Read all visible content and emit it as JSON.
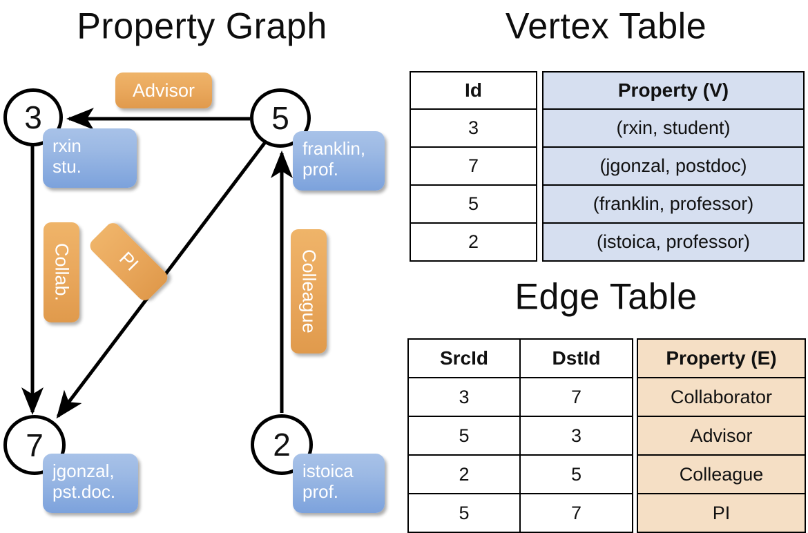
{
  "titles": {
    "property_graph": "Property Graph",
    "vertex_table": "Vertex Table",
    "edge_table": "Edge Table"
  },
  "graph": {
    "nodes": [
      {
        "id": "3",
        "label": "3"
      },
      {
        "id": "5",
        "label": "5"
      },
      {
        "id": "7",
        "label": "7"
      },
      {
        "id": "2",
        "label": "2"
      }
    ],
    "vertex_props": [
      {
        "for": "3",
        "line1": "rxin",
        "line2": "stu."
      },
      {
        "for": "5",
        "line1": "franklin,",
        "line2": "prof."
      },
      {
        "for": "7",
        "line1": "jgonzal,",
        "line2": "pst.doc."
      },
      {
        "for": "2",
        "line1": "istoica",
        "line2": "prof."
      }
    ],
    "edge_labels": [
      {
        "name": "advisor-label",
        "text": "Advisor"
      },
      {
        "name": "collab-label",
        "text": "Collab."
      },
      {
        "name": "pi-label",
        "text": "PI"
      },
      {
        "name": "colleague-label",
        "text": "Colleague"
      }
    ],
    "edges": [
      {
        "src": "5",
        "dst": "3",
        "label": "Advisor"
      },
      {
        "src": "3",
        "dst": "7",
        "label": "Collab."
      },
      {
        "src": "5",
        "dst": "7",
        "label": "PI"
      },
      {
        "src": "2",
        "dst": "5",
        "label": "Colleague"
      }
    ]
  },
  "vertex_table": {
    "headers": [
      "Id",
      "Property (V)"
    ],
    "rows": [
      {
        "id": "3",
        "property": "(rxin, student)"
      },
      {
        "id": "7",
        "property": "(jgonzal, postdoc)"
      },
      {
        "id": "5",
        "property": "(franklin, professor)"
      },
      {
        "id": "2",
        "property": "(istoica, professor)"
      }
    ]
  },
  "edge_table": {
    "headers": [
      "SrcId",
      "DstId",
      "Property (E)"
    ],
    "rows": [
      {
        "src": "3",
        "dst": "7",
        "property": "Collaborator"
      },
      {
        "src": "5",
        "dst": "3",
        "property": "Advisor"
      },
      {
        "src": "2",
        "dst": "5",
        "property": "Colleague"
      },
      {
        "src": "5",
        "dst": "7",
        "property": "PI"
      }
    ]
  },
  "colors": {
    "vertex_fill": "#d6dff0",
    "edge_fill": "#f5dfc5",
    "node_box_blue": "#9cb9e4",
    "label_orange": "#eaa95e",
    "stroke": "#000000"
  }
}
